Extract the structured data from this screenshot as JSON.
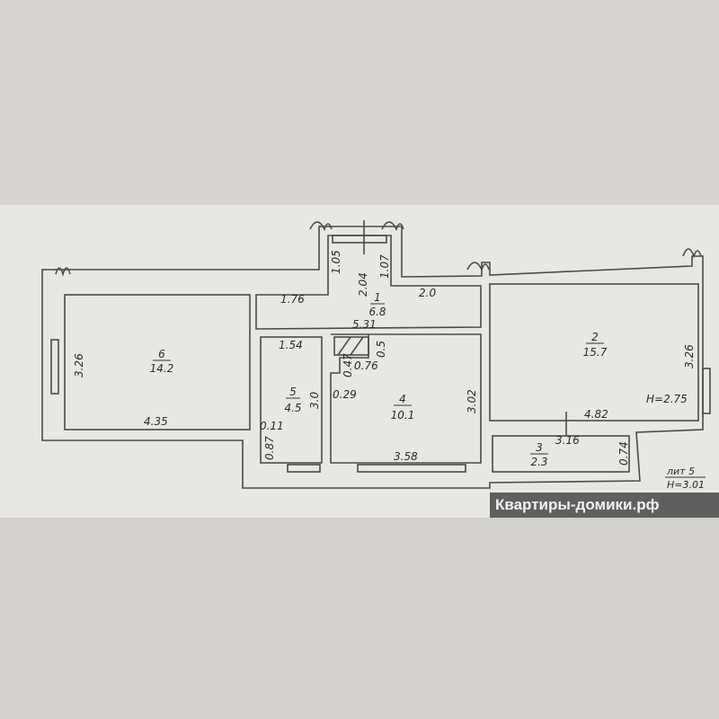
{
  "rooms": [
    {
      "num": "1",
      "area": "6.8"
    },
    {
      "num": "2",
      "area": "15.7"
    },
    {
      "num": "3",
      "area": "2.3"
    },
    {
      "num": "4",
      "area": "10.1"
    },
    {
      "num": "5",
      "area": "4.5"
    },
    {
      "num": "6",
      "area": "14.2"
    }
  ],
  "dims": {
    "d105": "1.05",
    "d204": "2.04",
    "d107": "1.07",
    "d176": "1.76",
    "d20": "2.0",
    "d531": "5.31",
    "d154": "1.54",
    "d05": "0.5",
    "d047": "0.47",
    "d076": "0.76",
    "d029": "0.29",
    "d30": "3.0",
    "d011": "0.11",
    "d087": "0.87",
    "d302": "3.02",
    "d358": "3.58",
    "d326l": "3.26",
    "d435": "4.35",
    "d326r": "3.26",
    "d482": "4.82",
    "d316": "3.16",
    "d074": "0.74",
    "height": "H=2.75"
  },
  "stamp": {
    "lit": "лит 5",
    "h": "H=3.01"
  },
  "watermark": "Квартиры-домики.рф"
}
